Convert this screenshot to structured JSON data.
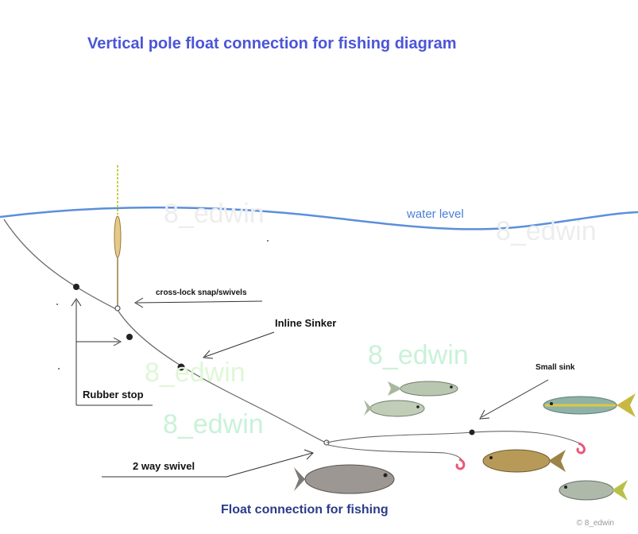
{
  "title": "Vertical pole float connection for fishing diagram",
  "caption": "Float connection for fishing",
  "labels": {
    "water_level": "water level",
    "cross_lock": "cross-lock snap/swivels",
    "inline_sinker": "Inline Sinker",
    "rubber_stop": "Rubber stop",
    "small_sink": "Small sink",
    "two_way_swivel": "2 way swivel"
  },
  "watermarks": [
    "8_edwin",
    "8_edwin",
    "8_edwin",
    "8_edwin",
    "8_edwin"
  ],
  "credit": "© 8_edwin",
  "colors": {
    "title": "#4b55d8",
    "water": "#5b8fdc",
    "line": "#555555",
    "float_tip": "#c7d94a",
    "hook": "#e8577a",
    "watermark_green": "#7fe69a"
  }
}
